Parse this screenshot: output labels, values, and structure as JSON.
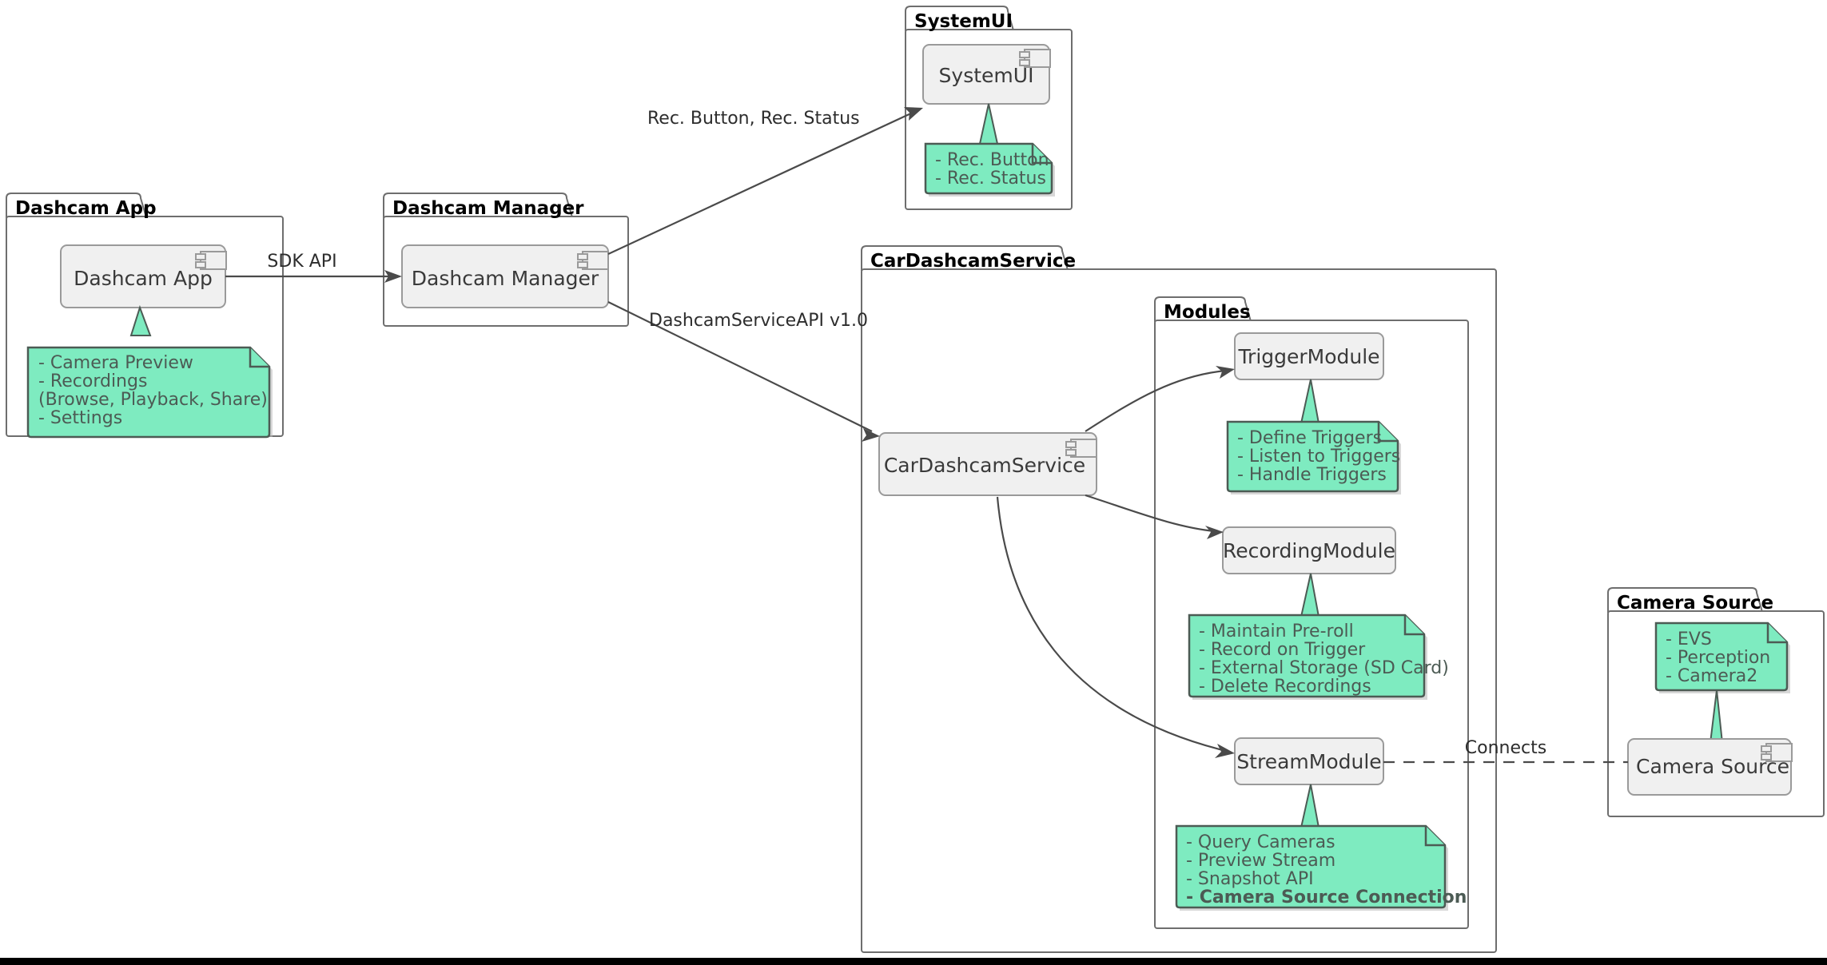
{
  "diagram": {
    "type": "uml-component-diagram",
    "title": "Dashcam Architecture",
    "background_color": "#FFFFFF",
    "component_fill": "#F0F0F0",
    "component_stroke": "#9A9A9A",
    "note_fill": "#7EEBC0",
    "note_stroke": "#4C5B54",
    "package_stroke": "#6E6E6E",
    "edge_color": "#4A4A4A"
  },
  "packages": [
    {
      "id": "pkg-dashcam-app",
      "label": "Dashcam App"
    },
    {
      "id": "pkg-dashcam-manager",
      "label": "Dashcam Manager"
    },
    {
      "id": "pkg-systemui",
      "label": "SystemUI"
    },
    {
      "id": "pkg-cardashcamservice",
      "label": "CarDashcamService"
    },
    {
      "id": "pkg-modules",
      "label": "Modules"
    },
    {
      "id": "pkg-camera-source",
      "label": "Camera Source"
    }
  ],
  "components": [
    {
      "id": "comp-dashcam-app",
      "label": "Dashcam App",
      "icon": "uml-component-icon",
      "has_icon": true
    },
    {
      "id": "comp-dashcam-manager",
      "label": "Dashcam Manager",
      "icon": "uml-component-icon",
      "has_icon": true
    },
    {
      "id": "comp-systemui",
      "label": "SystemUI",
      "icon": "uml-component-icon",
      "has_icon": true
    },
    {
      "id": "comp-cardashcamservice",
      "label": "CarDashcamService",
      "icon": "uml-component-icon",
      "has_icon": true
    },
    {
      "id": "comp-triggermodule",
      "label": "TriggerModule",
      "icon": null,
      "has_icon": false
    },
    {
      "id": "comp-recordingmodule",
      "label": "RecordingModule",
      "icon": null,
      "has_icon": false
    },
    {
      "id": "comp-streammodule",
      "label": "StreamModule",
      "icon": null,
      "has_icon": false
    },
    {
      "id": "comp-camera-source",
      "label": "Camera Source",
      "icon": "uml-component-icon",
      "has_icon": true
    }
  ],
  "notes": [
    {
      "id": "note-dashcam-app",
      "attached_to": "comp-dashcam-app",
      "lines": [
        {
          "text": "- Camera Preview",
          "bold": false
        },
        {
          "text": "- Recordings",
          "bold": false
        },
        {
          "text": "  (Browse, Playback, Share)",
          "bold": false
        },
        {
          "text": "- Settings",
          "bold": false
        }
      ]
    },
    {
      "id": "note-systemui",
      "attached_to": "comp-systemui",
      "lines": [
        {
          "text": "- Rec. Button",
          "bold": false
        },
        {
          "text": "- Rec. Status",
          "bold": false
        }
      ]
    },
    {
      "id": "note-triggermodule",
      "attached_to": "comp-triggermodule",
      "lines": [
        {
          "text": "- Define Triggers",
          "bold": false
        },
        {
          "text": "- Listen to Triggers",
          "bold": false
        },
        {
          "text": "- Handle Triggers",
          "bold": false
        }
      ]
    },
    {
      "id": "note-recordingmodule",
      "attached_to": "comp-recordingmodule",
      "lines": [
        {
          "text": "- Maintain Pre-roll",
          "bold": false
        },
        {
          "text": "- Record on Trigger",
          "bold": false
        },
        {
          "text": "- External Storage (SD Card)",
          "bold": false
        },
        {
          "text": "- Delete Recordings",
          "bold": false
        }
      ]
    },
    {
      "id": "note-streammodule",
      "attached_to": "comp-streammodule",
      "lines": [
        {
          "text": "- Query Cameras",
          "bold": false
        },
        {
          "text": "- Preview Stream",
          "bold": false
        },
        {
          "text": "- Snapshot API",
          "bold": false
        },
        {
          "text": "- Camera Source Connection",
          "bold": true
        }
      ]
    },
    {
      "id": "note-camera-source",
      "attached_to": "comp-camera-source",
      "lines": [
        {
          "text": "- EVS",
          "bold": false
        },
        {
          "text": "- Perception",
          "bold": false
        },
        {
          "text": "- Camera2",
          "bold": false
        }
      ]
    }
  ],
  "edges": [
    {
      "id": "edge-app-to-manager",
      "from": "comp-dashcam-app",
      "to": "comp-dashcam-manager",
      "label": "SDK API",
      "style": "solid",
      "arrow": "open"
    },
    {
      "id": "edge-manager-to-systemui",
      "from": "comp-dashcam-manager",
      "to": "comp-systemui",
      "label": "Rec. Button, Rec. Status",
      "style": "solid",
      "arrow": "open"
    },
    {
      "id": "edge-manager-to-service",
      "from": "comp-dashcam-manager",
      "to": "comp-cardashcamservice",
      "label": "DashcamServiceAPI v1.0",
      "style": "solid",
      "arrow": "open"
    },
    {
      "id": "edge-service-to-trigger",
      "from": "comp-cardashcamservice",
      "to": "comp-triggermodule",
      "label": "",
      "style": "solid",
      "arrow": "open"
    },
    {
      "id": "edge-service-to-recording",
      "from": "comp-cardashcamservice",
      "to": "comp-recordingmodule",
      "label": "",
      "style": "solid",
      "arrow": "open"
    },
    {
      "id": "edge-service-to-stream",
      "from": "comp-cardashcamservice",
      "to": "comp-streammodule",
      "label": "",
      "style": "solid",
      "arrow": "open"
    },
    {
      "id": "edge-stream-to-camera-source",
      "from": "comp-streammodule",
      "to": "comp-camera-source",
      "label": "Connects",
      "style": "dashed",
      "arrow": "none"
    }
  ]
}
